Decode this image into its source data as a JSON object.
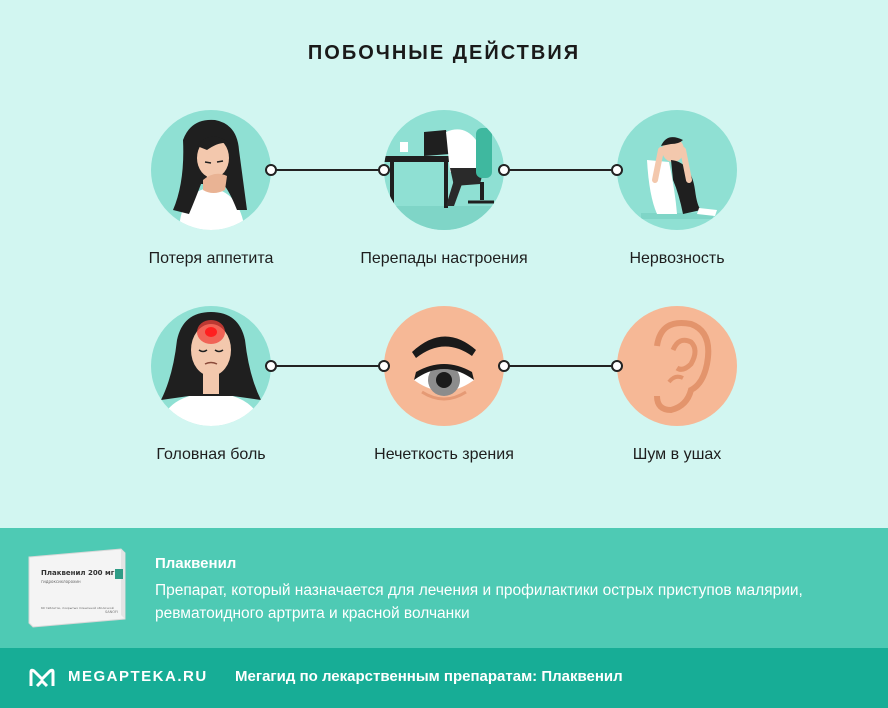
{
  "title": "ПОБОЧНЫЕ ДЕЙСТВИЯ",
  "effects": [
    {
      "label": "Потеря аппетита",
      "icon": "woman-holding-stomach-icon"
    },
    {
      "label": "Перепады настроения",
      "icon": "person-slumped-at-desk-icon"
    },
    {
      "label": "Нервозность",
      "icon": "person-hugging-knees-icon"
    },
    {
      "label": "Головная боль",
      "icon": "woman-headache-icon"
    },
    {
      "label": "Нечеткость зрения",
      "icon": "eye-icon"
    },
    {
      "label": "Шум в ушах",
      "icon": "ear-icon"
    }
  ],
  "drug": {
    "name": "Плаквенил",
    "description": "Препарат, который назначается для лечения и профилактики острых приступов малярии, ревматоидного артрита и красной волчанки",
    "package_title": "Плаквенил 200 мг",
    "package_subtitle": "гидроксихлорохин",
    "package_note": "60 таблеток, покрытых пленочной оболочкой",
    "package_maker": "SANOFI"
  },
  "footer": {
    "brand": "MEGAPTEKA.RU",
    "text": "Мегагид по лекарственным препаратам: Плаквенил"
  },
  "colors": {
    "background": "#d2f6f1",
    "circle_teal": "#8fe0d3",
    "circle_peach": "#f6b896",
    "info_band": "#4ecab4",
    "footer_band": "#17ad96"
  }
}
